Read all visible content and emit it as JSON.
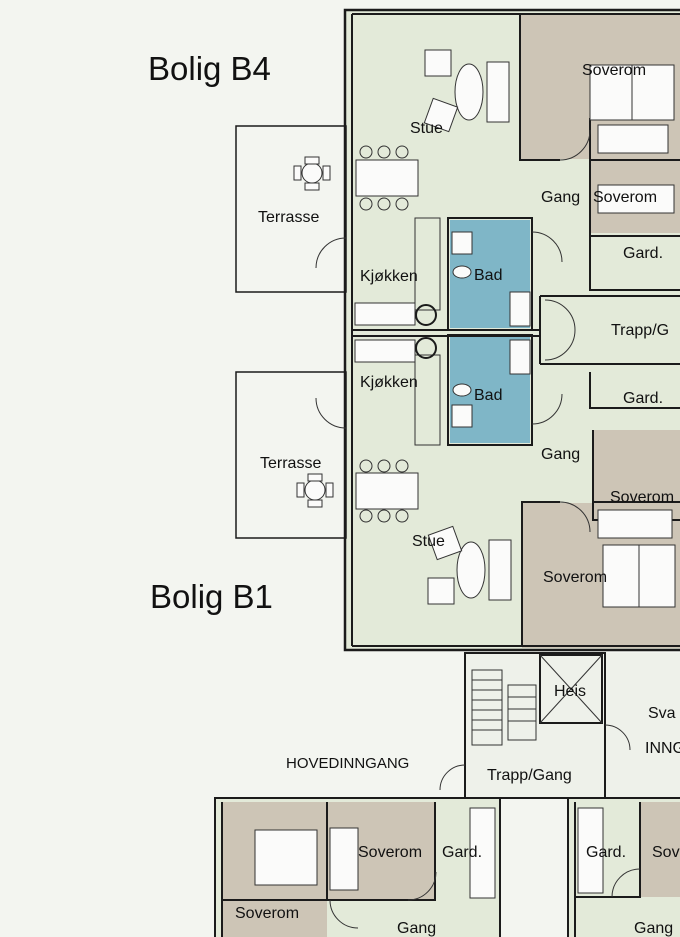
{
  "headings": {
    "unit_top": "Bolig B4",
    "unit_bottom": "Bolig B1"
  },
  "rooms": {
    "soverom_top_main": "Soverom",
    "stue_top": "Stue",
    "gang_top": "Gang",
    "soverom_top_second": "Soverom",
    "terrasse_top": "Terrasse",
    "gard_top": "Gard.",
    "kjokken_top": "Kjøkken",
    "bad_top": "Bad",
    "trapp_gang_right": "Trapp/G",
    "kjokken_bottom": "Kjøkken",
    "bad_bottom": "Bad",
    "gard_mid": "Gard.",
    "gang_mid": "Gang",
    "terrasse_bottom": "Terrasse",
    "soverom_mid": "Soverom",
    "stue_bottom": "Stue",
    "soverom_bottom_main": "Soverom",
    "heis": "Heis",
    "sva": "Sva",
    "inng": "INNG",
    "hovedinngang": "HOVEDINNGANG",
    "trapp_gang_core": "Trapp/Gang",
    "soverom_lower_left_a": "Soverom",
    "gard_lower_left": "Gard.",
    "soverom_lower_left_b": "Soverom",
    "gang_lower_left": "Gang",
    "gard_lower_right": "Gard.",
    "soverom_lower_right": "Sov",
    "gang_lower_right": "Gang"
  },
  "colors": {
    "paper": "#f3f5f0",
    "floor": "#e3ead9",
    "bedroom": "#cdc5b6",
    "bathroom": "#7fb6c7",
    "walls": "#1b1b1b"
  }
}
